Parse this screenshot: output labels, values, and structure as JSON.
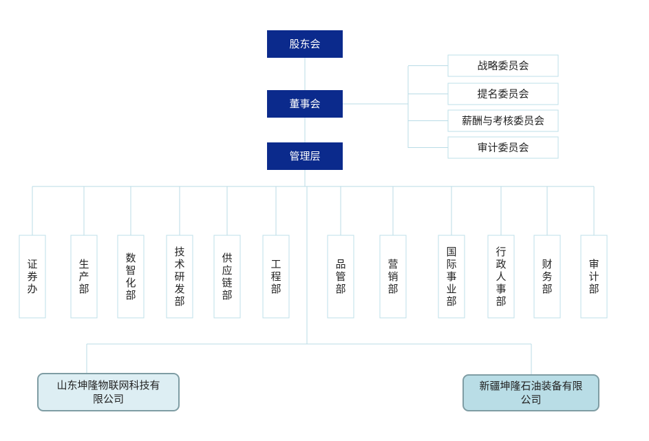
{
  "top": [
    {
      "id": "shareholders",
      "label": "股东会"
    },
    {
      "id": "board",
      "label": "董事会"
    },
    {
      "id": "management",
      "label": "管理层"
    }
  ],
  "committees": [
    {
      "id": "strategy",
      "label": "战略委员会"
    },
    {
      "id": "nomination",
      "label": "提名委员会"
    },
    {
      "id": "compensation",
      "label": "薪酬与考核委员会"
    },
    {
      "id": "audit-committee",
      "label": "审计委员会"
    }
  ],
  "departments": [
    {
      "id": "securities",
      "label": "证券办"
    },
    {
      "id": "production",
      "label": "生产部"
    },
    {
      "id": "digital",
      "label": "数智化部"
    },
    {
      "id": "rnd",
      "label": "技术研发部"
    },
    {
      "id": "supply-chain",
      "label": "供应链部"
    },
    {
      "id": "engineering",
      "label": "工程部"
    },
    {
      "id": "quality",
      "label": "品管部"
    },
    {
      "id": "marketing",
      "label": "营销部"
    },
    {
      "id": "international",
      "label": "国际事业部"
    },
    {
      "id": "admin-hr",
      "label": "行政人事部"
    },
    {
      "id": "finance",
      "label": "财务部"
    },
    {
      "id": "audit",
      "label": "审计部"
    }
  ],
  "subsidiaries": [
    {
      "id": "shandong",
      "lines": [
        "山东坤隆物联网科技有",
        "限公司"
      ]
    },
    {
      "id": "xinjiang",
      "lines": [
        "新疆坤隆石油装备有限",
        "公司"
      ]
    }
  ],
  "colors": {
    "top_fill": "#0b2a8c",
    "top_text": "#ffffff",
    "line": "#b8dbe6",
    "box_border": "#bcdfe8",
    "text": "#222222",
    "sub_fill_left": "#ddeef3",
    "sub_fill_right": "#b9dde6",
    "sub_border": "#7e9ca3"
  }
}
